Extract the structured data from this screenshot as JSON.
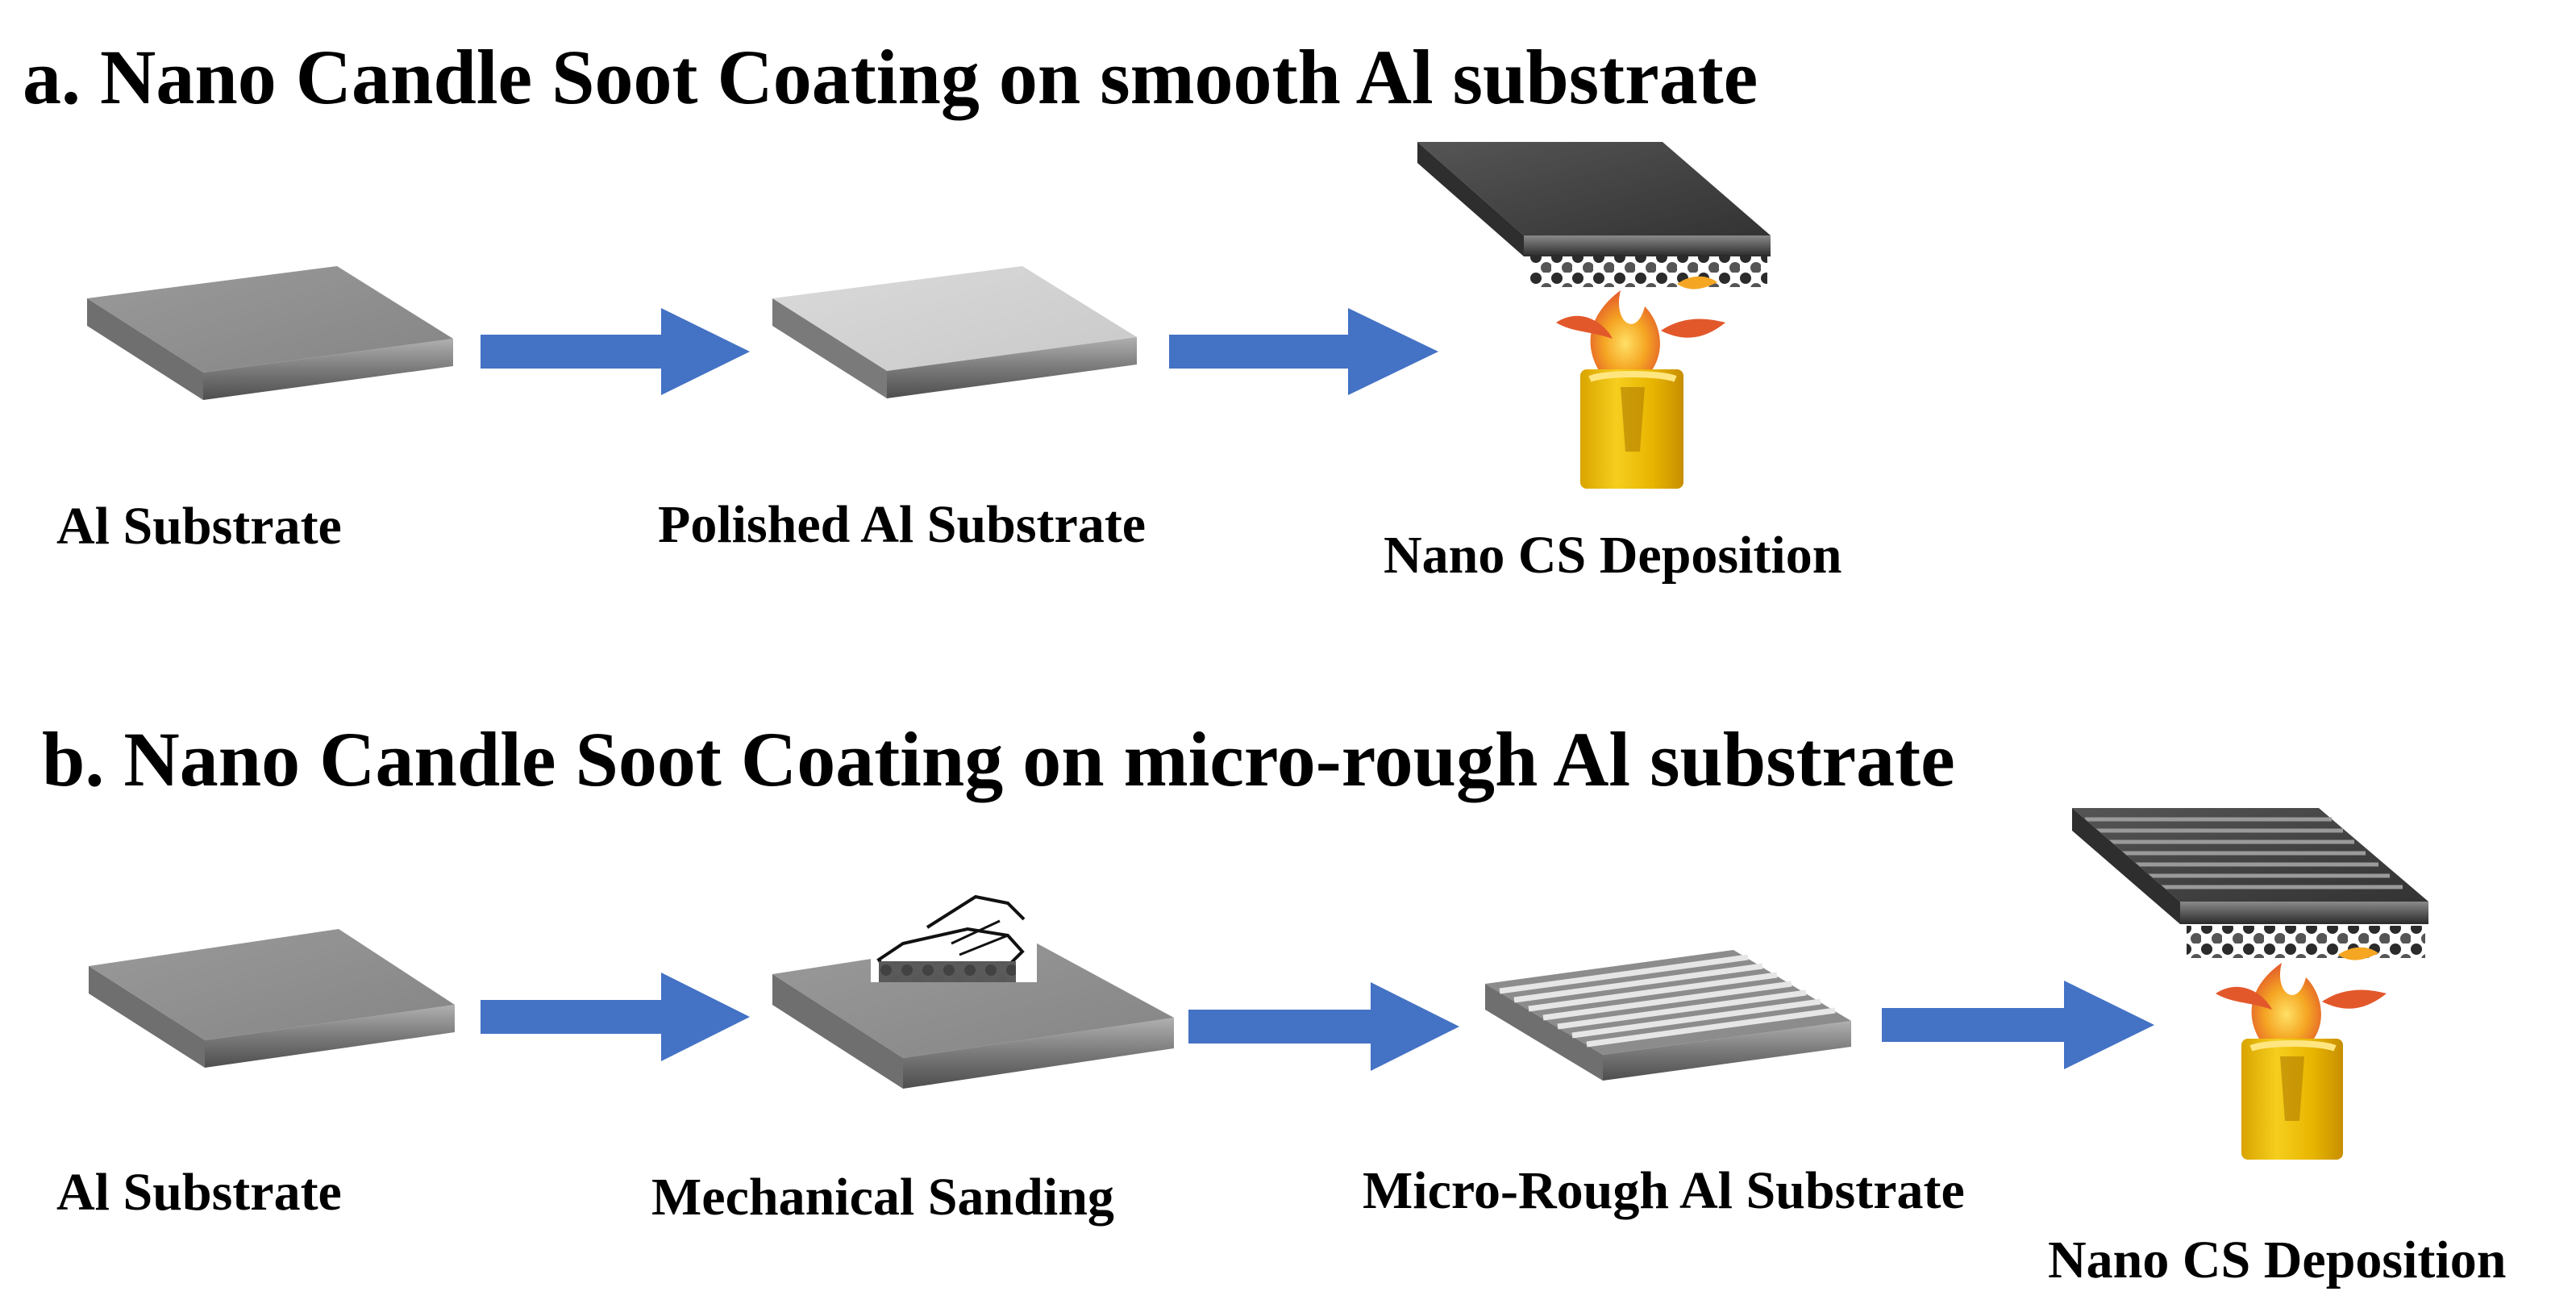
{
  "panel_a": {
    "title": "a. Nano Candle Soot Coating on smooth Al substrate",
    "steps": [
      "Al Substrate",
      "Polished Al Substrate",
      "Nano CS Deposition"
    ]
  },
  "panel_b": {
    "title": "b. Nano Candle Soot Coating on micro-rough Al substrate",
    "steps": [
      "Al Substrate",
      "Mechanical Sanding",
      "Micro-Rough Al Substrate",
      "Nano CS Deposition"
    ]
  },
  "colors": {
    "arrow": "#4472C4",
    "plate": "#8C8C8C",
    "polished_plate": "#D3D3D3",
    "dark_plate": "#444444",
    "flame": "#F28C28",
    "candle": "#F2C200",
    "soot": "#2B2B2B"
  },
  "icons": [
    "flat-plate-icon",
    "polished-plate-icon",
    "grooved-plate-icon",
    "sanding-hand-icon",
    "candle-flame-icon",
    "deposition-plate-icon",
    "arrow-right-icon"
  ]
}
